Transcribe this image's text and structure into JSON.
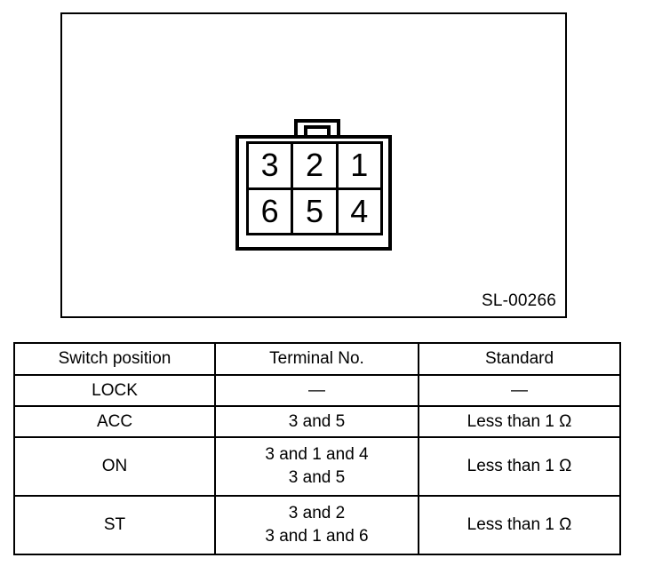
{
  "figure": {
    "reference_label": "SL-00266",
    "connector": {
      "name": "6-pin ignition switch connector",
      "rows": [
        {
          "cells": [
            "3",
            "2",
            "1"
          ]
        },
        {
          "cells": [
            "6",
            "5",
            "4"
          ]
        }
      ]
    }
  },
  "table": {
    "headers": [
      "Switch position",
      "Terminal No.",
      "Standard"
    ],
    "rows": [
      {
        "position": "LOCK",
        "terminal": "—",
        "standard": "—",
        "tall": false
      },
      {
        "position": "ACC",
        "terminal": "3 and 5",
        "standard": "Less than 1 Ω",
        "tall": false
      },
      {
        "position": "ON",
        "terminal": "3 and 1 and 4\n3 and 5",
        "standard": "Less than 1 Ω",
        "tall": true
      },
      {
        "position": "ST",
        "terminal": "3 and 2\n3 and 1 and 6",
        "standard": "Less than 1 Ω",
        "tall": true
      }
    ]
  },
  "colors": {
    "ink": "#000000",
    "background": "#ffffff"
  }
}
